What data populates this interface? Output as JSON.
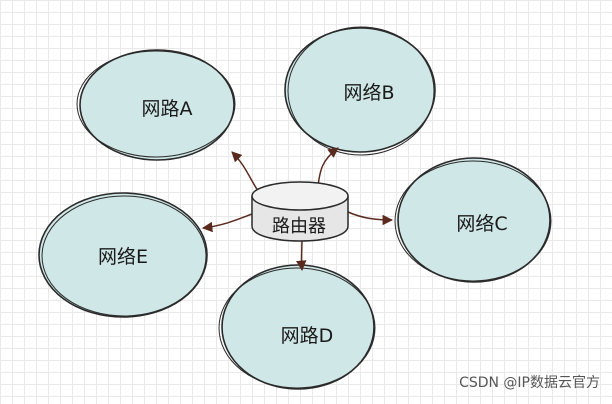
{
  "diagram": {
    "router": {
      "label": "路由器"
    },
    "networks": [
      {
        "id": "a",
        "label": "网路A"
      },
      {
        "id": "b",
        "label": "网络B"
      },
      {
        "id": "c",
        "label": "网络C"
      },
      {
        "id": "d",
        "label": "网路D"
      },
      {
        "id": "e",
        "label": "网络E"
      }
    ]
  },
  "colors": {
    "node_fill": "#cfe7e6",
    "stroke": "#2a2a2a",
    "arrow": "#5a2a1e",
    "router_fill": "#e6e6e6"
  },
  "watermark": "CSDN @IP数据云官方"
}
